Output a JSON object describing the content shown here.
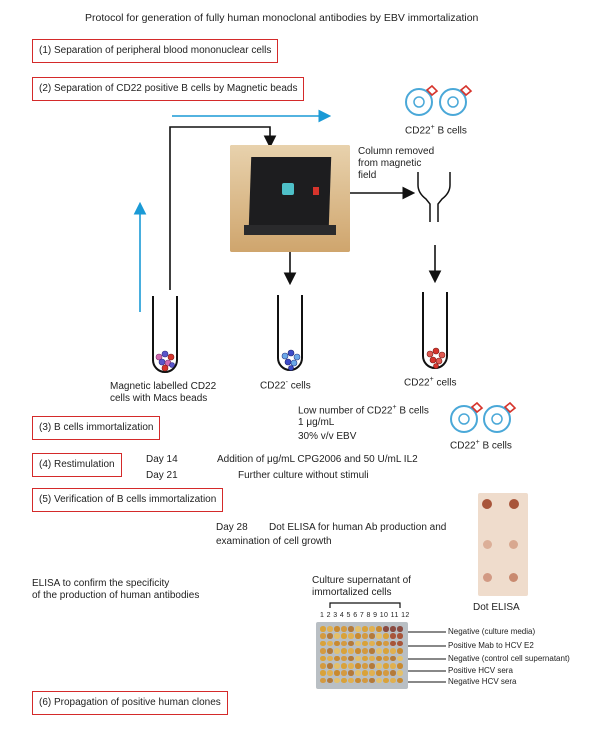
{
  "title": "Protocol for generation of fully human monoclonal antibodies by EBV immortalization",
  "steps": [
    "(1) Separation of peripheral blood mononuclear cells",
    "(2) Separation of CD22 positive B cells by Magnetic beads",
    "(3) B cells immortalization",
    "(4) Restimulation",
    "(5) Verification of B cells immortalization",
    "(6) Propagation of positive human clones"
  ],
  "labels": {
    "cd22_pos_b_cells_top": "CD22",
    "cd22_sup": "+",
    "b_cells": " B cells",
    "column_removed_1": "Column removed",
    "column_removed_2": "from magnetic",
    "column_removed_3": "field",
    "magnetic_1": "Magnetic labelled CD22",
    "magnetic_2": "cells with Macs beads",
    "cd22_neg": "CD22",
    "cd22_neg_sup": "-",
    "cells": " cells",
    "cd22_pos": "CD22",
    "cd22_pos_sup": "+",
    "low_number_1": "Low number of CD22",
    "low_number_sup": "+",
    "low_number_2": " B cells",
    "conc": "1 μg/mL",
    "ebv": "30% v/v EBV",
    "day14": "Day 14",
    "day14_text": "Addition of μg/mL CPG2006 and 50 U/mL IL2",
    "day21": "Day 21",
    "day21_text": "Further culture without stimuli",
    "day28": "Day 28",
    "day28_text_1": "Dot ELISA for human Ab production and",
    "day28_text_2": "examination of cell growth",
    "dot_elisa": "Dot ELISA",
    "elisa_confirm_1": "ELISA to confirm the specificity",
    "elisa_confirm_2": "of the production of human antibodies",
    "culture_1": "Culture supernatant of",
    "culture_2": "immortalized cells",
    "plate_numbers": "1 2 3 4 5 6 7 8 9 10 11 12",
    "legend": [
      "Negative (culture media)",
      "Positive Mab to HCV E2",
      "Negative (control cell supernatant)",
      "Positive HCV sera",
      "Negative HCV sera"
    ]
  },
  "colors": {
    "box_border": "#d42a2a",
    "cyan_arrow": "#1a9ad6",
    "cell_blue": "#4aa8d8",
    "cell_red": "#d6342c"
  }
}
